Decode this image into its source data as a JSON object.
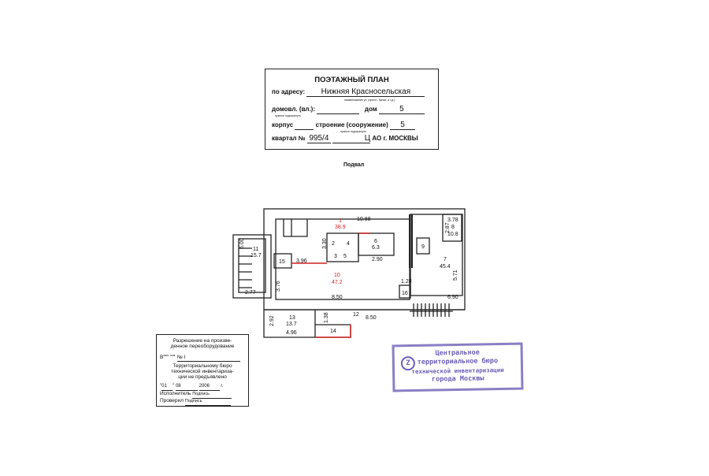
{
  "title_block": {
    "title": "ПОЭТАЖНЫЙ ПЛАН",
    "address_label": "по адресу:",
    "address_value": "Нижняя Красносельская",
    "address_hint": "наименование ул. (просп., бульв. и т.д.)",
    "domovl_label": "домовл. (вл.):",
    "domovl_hint": "нужное подчеркнуть",
    "dom_label": "дом",
    "dom_value": "5",
    "korpus_label": "корпус",
    "stroenie_label": "строение (сооружение)",
    "stroenie_value": "5",
    "stroenie_hint": "нужное подчеркнуть",
    "kvartal_label": "квартал №",
    "kvartal_value": "995/4",
    "ao_value": "Ц",
    "ao_label": "АО г. МОСКВЫ"
  },
  "floor_label": "Подвал",
  "plan": {
    "rooms": [
      {
        "id": "1",
        "area": "38.9"
      },
      {
        "id": "2"
      },
      {
        "id": "3"
      },
      {
        "id": "4"
      },
      {
        "id": "5"
      },
      {
        "id": "6",
        "area": "6.3"
      },
      {
        "id": "7",
        "area": "45.4"
      },
      {
        "id": "8",
        "area": "10.8"
      },
      {
        "id": "9"
      },
      {
        "id": "10",
        "area": "47.2"
      },
      {
        "id": "11",
        "area": "15.7"
      },
      {
        "id": "12"
      },
      {
        "id": "13",
        "area": "13.7"
      },
      {
        "id": "14"
      },
      {
        "id": "15"
      },
      {
        "id": "16"
      }
    ],
    "dimensions": [
      "10.88",
      "3.30",
      "3.96",
      "2.90",
      "3.76",
      "8.50",
      "1.28",
      "6.90",
      "2.77",
      "6.00",
      "8.50",
      "2.92",
      "4.96",
      "1.38",
      "3.78",
      "2.87",
      "5.71"
    ]
  },
  "permission_stamp": {
    "line1": "Разрешение на произве-",
    "line2": "денное переоборудование",
    "b_prefix": "В",
    "b_sub": "квит. пом.",
    "b_no": "№ I",
    "line4": "Территориальному бюро",
    "line5": "технической инвентариза-",
    "line6": "ции не предъявлено",
    "day": "01",
    "month": "08",
    "year": "2006",
    "year_suffix": "г.",
    "executor_label": "Исполнитель",
    "executor_sign": "Подпись",
    "checker_label": "Проверил",
    "checker_sign": "Подпись"
  },
  "bti_stamp": {
    "logo": "Z",
    "line1": "Центральное",
    "line2": "территориальное бюро",
    "line3": "технической инвентаризации",
    "line4": "города Москвы",
    "color": "#6c5fb8"
  }
}
